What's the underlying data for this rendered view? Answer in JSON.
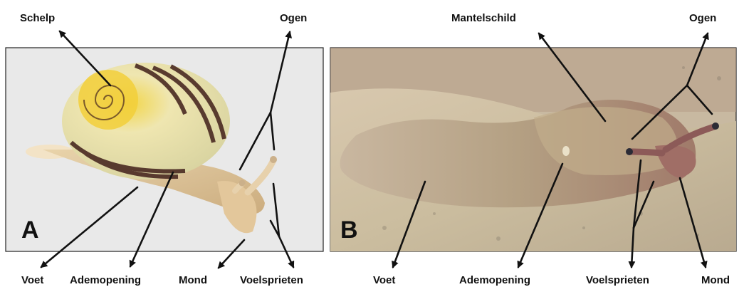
{
  "panels": [
    {
      "letter": "A",
      "subject": "snail",
      "labels": {
        "shell": "Schelp",
        "eyes": "Ogen",
        "foot": "Voet",
        "breathing_pore": "Ademopening",
        "mouth": "Mond",
        "tentacles": "Voelsprieten"
      }
    },
    {
      "letter": "B",
      "subject": "slug",
      "labels": {
        "mantle": "Mantelschild",
        "eyes": "Ogen",
        "foot": "Voet",
        "breathing_pore": "Ademopening",
        "tentacles": "Voelsprieten",
        "mouth": "Mond"
      }
    }
  ]
}
